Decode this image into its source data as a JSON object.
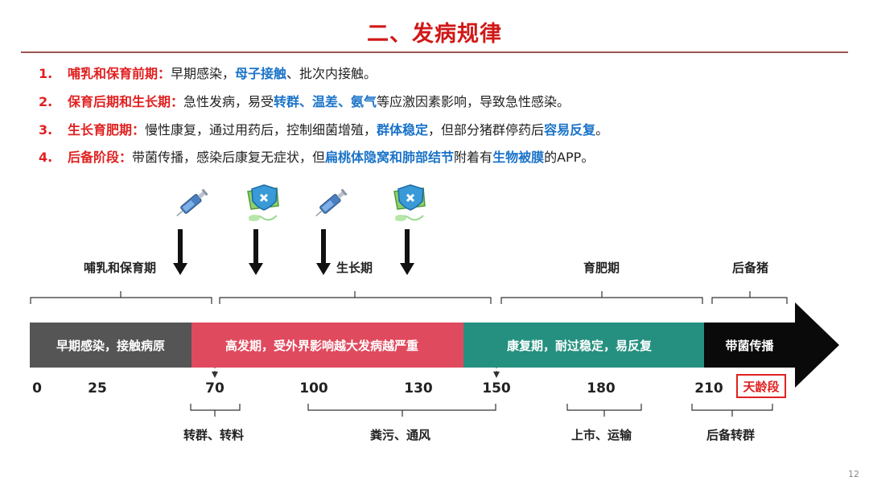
{
  "title": "二、发病规律",
  "points": [
    {
      "num": "1.",
      "head": "哺乳和保育前期：",
      "p1": "早期感染，",
      "h1": "母子接触",
      "p2": "、批次内接触。"
    },
    {
      "num": "2.",
      "head": "保育后期和生长期：",
      "p1": "急性发病，易受",
      "h1": "转群、温差、氨气",
      "p2": "等应激因素影响，导致急性感染。"
    },
    {
      "num": "3.",
      "head": "生长育肥期：",
      "p1": "慢性康复，通过用药后，控制细菌增殖，",
      "h1": "群体稳定",
      "p2": "，但部分猪群停药后",
      "h2": "容易反复",
      "p3": "。"
    },
    {
      "num": "4.",
      "head": "后备阶段：",
      "p1": "带菌传播，感染后康复无症状，但",
      "h1": "扁桃体隐窝和肺部结节",
      "p2": "附着有",
      "h2": "生物被膜",
      "p3": "的APP。"
    }
  ],
  "stages_top": [
    "哺乳和保育期",
    "生长期",
    "育肥期",
    "后备猪"
  ],
  "segments": [
    "早期感染，接触病原",
    "高发期，受外界影响越大发病越严重",
    "康复期，耐过稳定，易反复",
    "带菌传播"
  ],
  "ticks": [
    "0",
    "25",
    "70",
    "100",
    "130",
    "150",
    "180",
    "210"
  ],
  "badge": "天龄段",
  "bottom_labels": [
    "转群、转料",
    "粪污、通风",
    "上市、运输",
    "后备转群"
  ],
  "page_number": "12",
  "icons": [
    "syringe-icon",
    "medicine-icon",
    "syringe-icon",
    "medicine-icon"
  ],
  "colors": {
    "title": "#d01818",
    "highlight": "#1a73c8",
    "seg1": "#555555",
    "seg2": "#e04a5e",
    "seg3": "#269080",
    "seg4": "#0a0a0a"
  }
}
